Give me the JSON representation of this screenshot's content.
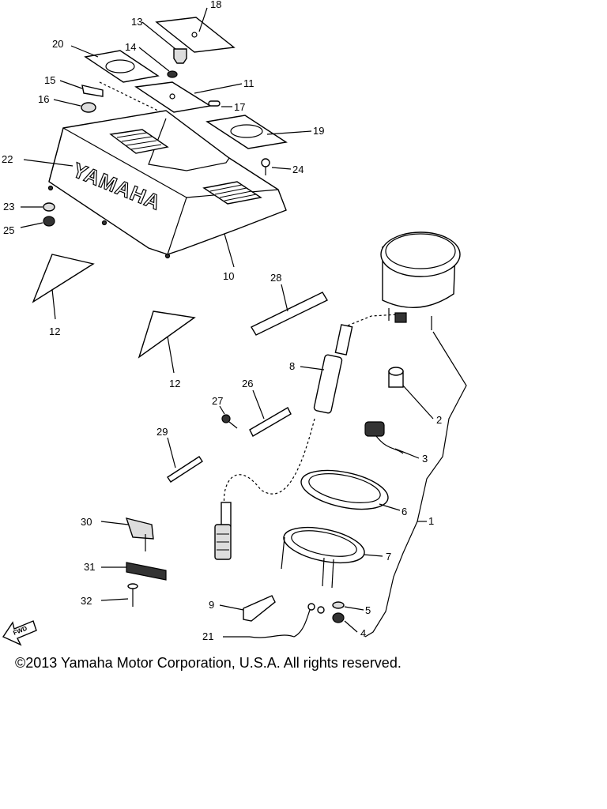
{
  "diagram": {
    "brand_text": "YAMAHA",
    "fwd_text": "FWD",
    "callouts": {
      "c18": "18",
      "c13": "13",
      "c20": "20",
      "c14": "14",
      "c15": "15",
      "c11": "11",
      "c16": "16",
      "c17": "17",
      "c19": "19",
      "c22": "22",
      "c24": "24",
      "c23": "23",
      "c25": "25",
      "c10": "10",
      "c28": "28",
      "c12a": "12",
      "c12b": "12",
      "c8": "8",
      "c2": "2",
      "c26": "26",
      "c27": "27",
      "c29": "29",
      "c3": "3",
      "c6": "6",
      "c1": "1",
      "c30": "30",
      "c7": "7",
      "c31": "31",
      "c32": "32",
      "c9": "9",
      "c5": "5",
      "c21": "21",
      "c4": "4"
    }
  },
  "footer": {
    "copyright": "©2013 Yamaha Motor Corporation, U.S.A. All rights reserved."
  }
}
